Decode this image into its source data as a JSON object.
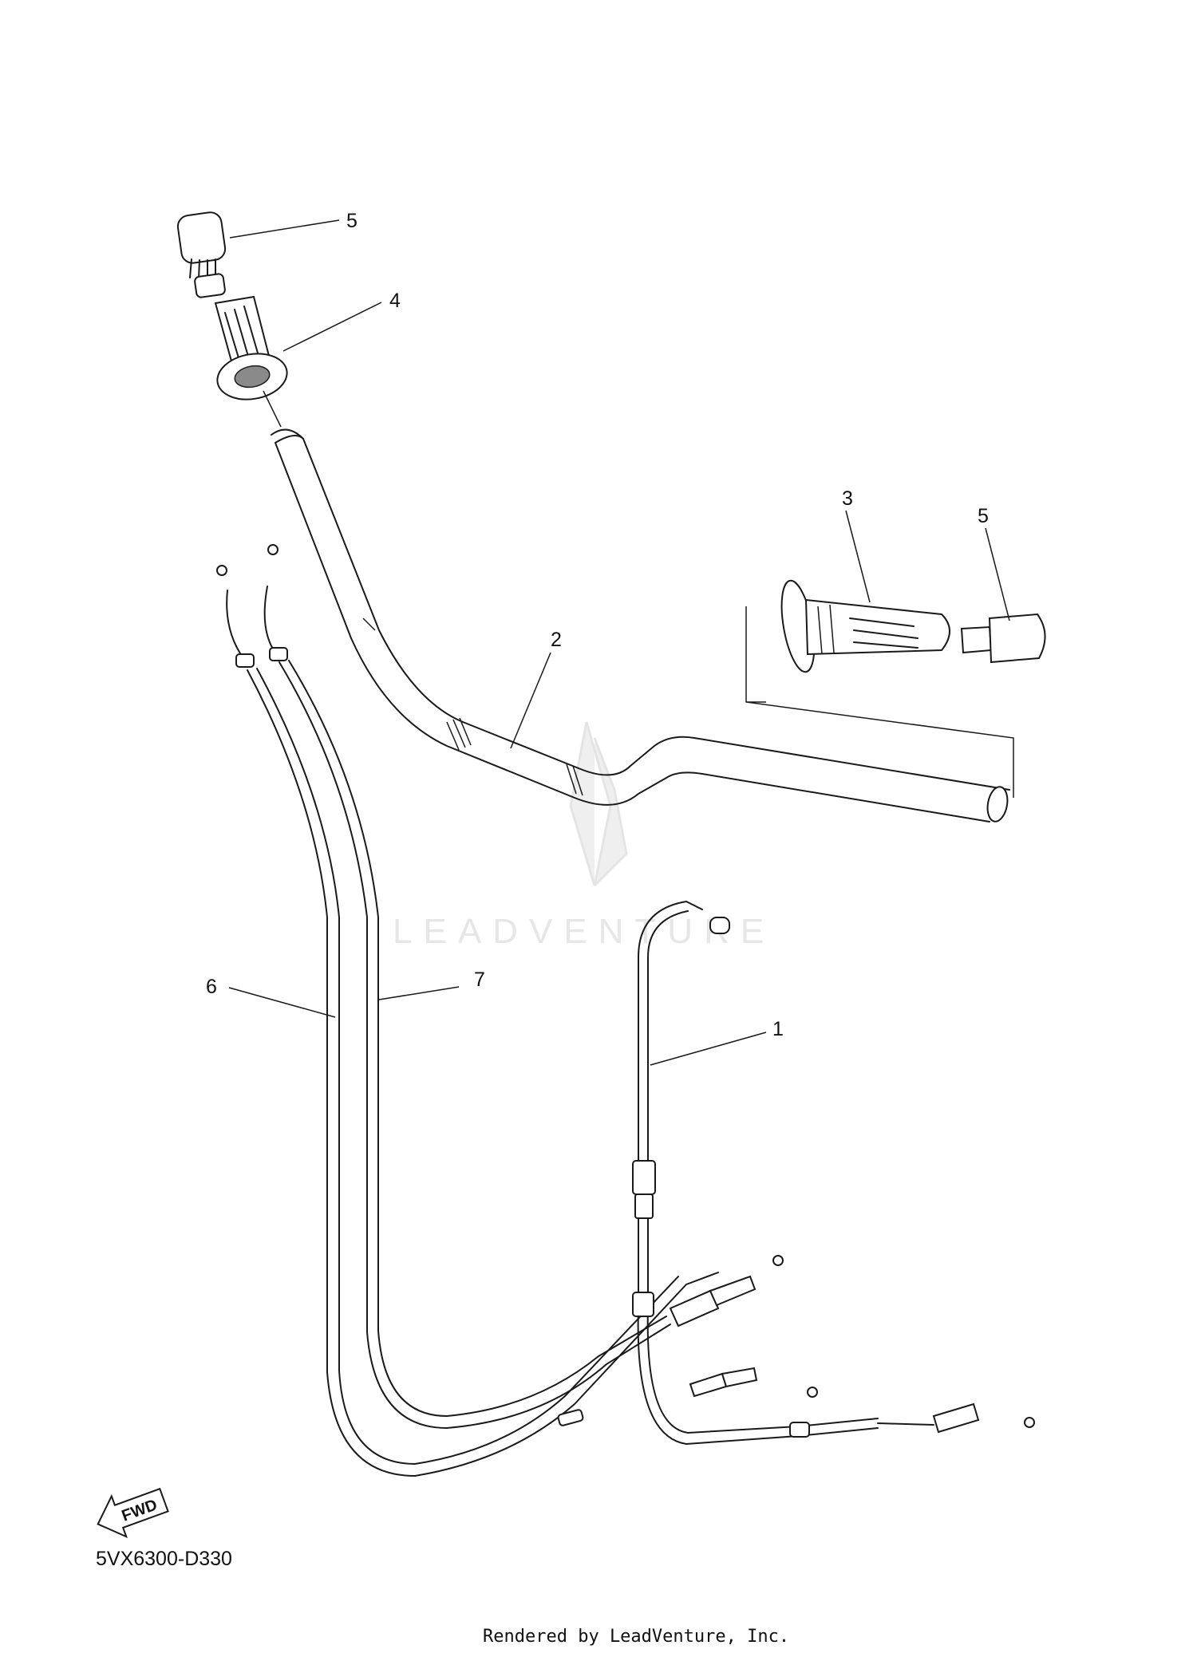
{
  "diagram": {
    "callouts": [
      {
        "id": "c5a",
        "text": "5"
      },
      {
        "id": "c4",
        "text": "4"
      },
      {
        "id": "c3",
        "text": "3"
      },
      {
        "id": "c5b",
        "text": "5"
      },
      {
        "id": "c2",
        "text": "2"
      },
      {
        "id": "c6",
        "text": "6"
      },
      {
        "id": "c7",
        "text": "7"
      },
      {
        "id": "c1",
        "text": "1"
      }
    ],
    "watermark": "LEADVENTURE",
    "fwd_label": "FWD",
    "diagram_code": "5VX6300-D330",
    "credit": "Rendered by LeadVenture, Inc."
  }
}
